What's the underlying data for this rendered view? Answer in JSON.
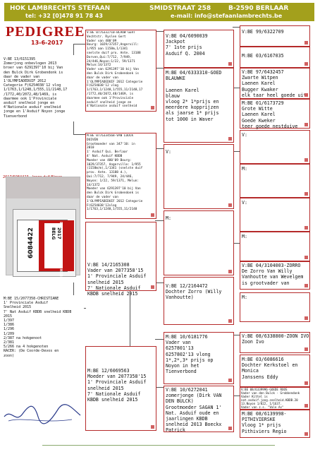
{
  "header": {
    "loft": "HOK LAMBRECHTS STEFAAN",
    "street": "SMIDSTRAAT 258",
    "city": "B-2590 BERLAAR",
    "phone": "tel: +32 [0]478 91 78 43",
    "email": "e-mail: info@stefaanlambrechts.be"
  },
  "title": "PEDIGREE",
  "date": "13-6-2017",
  "photo": {
    "caption": "2017/6084423 - Jonge duif Bleser",
    "ring_number": "6084422",
    "ring_year": "2017",
    "ring_country": "BELG",
    "ring_side_text": "BELGISCHE DUIVENLIEFHEBBERSBOND"
  },
  "subject": {
    "text": "V:BE 13/6151395\nZomerjong onbevlogen 2013\nbroer van 6291397'10 bij Van\nden Bulck Dirk Grobendonk is\ndaar de vader van\n1'OLYMPIADEDUIF 2012\nCategorie F(6254038'12 vlog\n1/1763,1/1248,1/555,11/2148,17\n/1772,40/2072,48/1469, is\ndaarmee ook 1'Provinciale\nasduif snelheid jonge en\n4'Nationale asduif snelheid\njonge en 1'Asduif Noyon jonge\nTienverbond"
  },
  "dam": {
    "text": "M:BE 15/2077358-CHRISTIANE\n1' Provinciale Asduif\nSnelheid 2015\n7' Nat Asduif KBDB snelheid KBDB\n2015\n1/397\n1/386\n1/296\n1/209\n2/387 na hokgenoot\n2/381\n5/266 na 4 hokgenoten\nRACER: (De Coorde-Devos en\nzoon)"
  },
  "gen2": [
    {
      "text": "V:BE 07/6332710-BLAUW GERT\nVechtstr. Ryslen Gert\nVader van 480'09\nBourg: 1029/37357,Angervill:\n1/955 aan 1158m,1/1341\nsnelste duif pro. Ante. 13188\nDorven,Qui:7/712, 7/949,\n24/446,Noyon:1/22, 59/1371\nMelun:14/1372\nVader van 6291397'10 bij Van\nden Bulck Dirk Grobendonk is\ndaar de vader van\n1'OLYMPIADEDUIF 2012 Categorie\nF(6254038'12 vlog\n1/1763,1/1248,1/555,11/2148,17\n/1772,40/2072,48/1469, is\ndaarmee ook 1'Provinciale\nasduif snelheid jonge en\n4'Nationale asduif snelheid"
    },
    {
      "text": "M:BE 07/6334568-VAN LOOCK\nDUIVEN\nGrootmoeder van 347'10: in\n2010\n1' Asduif Qui. Berlaar\n4' Nat. Asduif KBDB\nMoeder van 480'09 Bourg:\n1029/37357, Angerville: 1/955\n(1158m/m),1/1341 (snelste duif\nprov. Ante. 13188 d.),\nQui:7/712, 7/949, 24/446,\nNoyon: 1/22, 59/1371, Melun:\n14/1372\nMoeder van 6291397'10 bij Van\nden Bulck Dirk Grobendonk is\ndaar de vader van\n1'OLYMPIADEDUIF 2012 Categorie\nF(6254038'12vlog\n1/1763,1/1248,1/555,11/2148"
    },
    {
      "text": "V:BE 14/2165308\nVader van 2077358'15\n1' Provinciale Asduif\nsnelheid 2015\n7' Nationale Asduif\nKBDB snelheid 2015"
    },
    {
      "text": "M:BE 12/6069563\nMoeder van 2077358'15\n1' Provinciale Asduif\nsnelheid 2015\n7' Nationale Asduif\nKBDB snelheid 2015"
    }
  ],
  "gen3": [
    {
      "text": "V:BE 04/6090039\nJackpot\n7' 1ste prijs\nAsduif Q. 2004"
    },
    {
      "text": "M:BE 04/6333310-GOED\nBLAUWKE\n\nLaenen Karel\nblauw\nvloog 2* 1*prijs en\nmeerdere kopprijzen\nals jaarse 1* prijs\ntot 1000 in Waver"
    },
    {
      "text": "V:"
    },
    {
      "text": "M:"
    },
    {
      "text": "V:BE 12/2164472\nDochter Zorro (Willy\nVanhoutte)"
    },
    {
      "text": "M:BE 10/6181776\nVader van\n6257801'13\n6257802'13 vlong\n1*,2*,3* prijs op\nNoyon in het\nTienverbond"
    },
    {
      "text": "V:BE 10/6272041\nzomerjonge (Dirk VAN\nDEN BULCK)\nGrootmoeder SAGAN 1'\nNat. Asduif oude en\njaarlingen KBDB\nsnelheid 2013 Boeckx\nPatrick"
    }
  ],
  "gen4": [
    {
      "text": "V:BE 99/6322709"
    },
    {
      "text": "M:BE 03/6167035"
    },
    {
      "text": "V:BE 97/6432457\nZwarte Witpen\nLaenen Karel\nBugger Kwaker\nelk taar heel goede uit"
    },
    {
      "text": "M:BE 01/6173729\nGrote Witte\nLaenen Karel\nGoede Kweker\nteer goede nestduive"
    },
    {
      "text": "V:"
    },
    {
      "text": "M:"
    },
    {
      "text": "V:"
    },
    {
      "text": "M:"
    },
    {
      "text": "V:BE 04/3104003-ZORRO\nDe Zorro Van Willy\nVanhoutte van Wevelgem\nis grootvader van"
    },
    {
      "text": "M:"
    },
    {
      "text": "V:BE 08/6338800-ZOON IVO\nZoon Ivo"
    },
    {
      "text": "M:BE 03/6086616\nDochter Kerkstoel en\nMonica\nJanssens Eddy"
    },
    {
      "text": "V:BE 08/6339996-GOEDE ROOS\nVader van den Bulck - Grobbendonk\nVader Kittel is\nnat.asduif.jong.snelheid.KBDB.20\n13.Noyon 1/822, 1/1637.\nVader van z.s. \"Vale As\""
    },
    {
      "text": "M:BE 08/6139998-\nPITHIVIERSKE\nVloog 1* prijs\nPithiviers Regio"
    }
  ]
}
